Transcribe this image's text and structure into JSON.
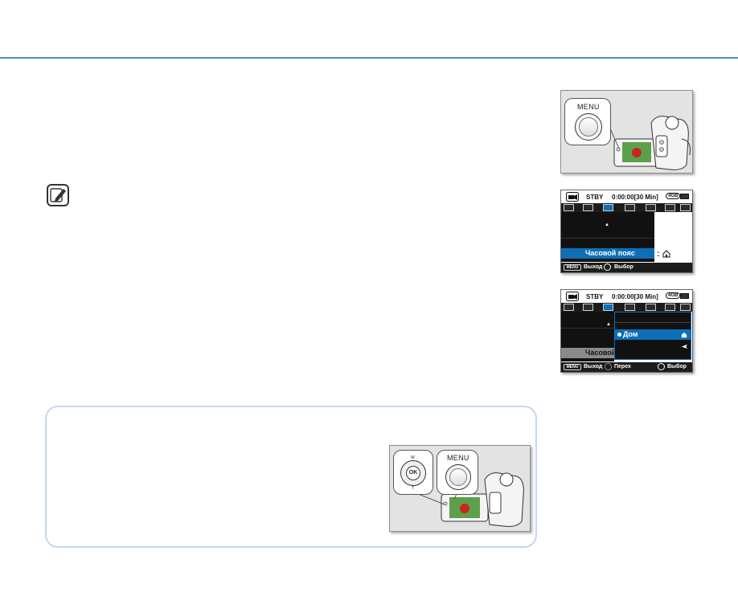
{
  "colors": {
    "accent": "#4a8fc4",
    "selection": "#0d6fb8",
    "note_border": "#c6d7ea"
  },
  "icons": [
    "note-pencil-icon",
    "camcorder-mode-icon",
    "battery-icon",
    "memory-4gb-icon",
    "home-icon",
    "travel-plane-icon"
  ],
  "fig1": {
    "menu_label": "MENU"
  },
  "screen1": {
    "status": "STBY",
    "timecode": "0:00:00[30 Min]",
    "memory": "4GB",
    "item_selected": "Часовой пояс",
    "value_suffix": ":",
    "bottom_menu_chip": "MENU",
    "bottom_exit": "Выход",
    "bottom_select": "Выбор"
  },
  "screen2": {
    "status": "STBY",
    "timecode": "0:00:00[30 Min]",
    "memory": "4GB",
    "item_partial": "Часовой п",
    "submenu_selected": "Дом",
    "bottom_menu_chip": "MENU",
    "bottom_exit": "Выход",
    "bottom_move": "Перех",
    "bottom_select": "Выбор"
  },
  "fig2": {
    "ok_label": "OK",
    "menu_label": "MENU",
    "w_label": "W",
    "t_label": "T"
  }
}
